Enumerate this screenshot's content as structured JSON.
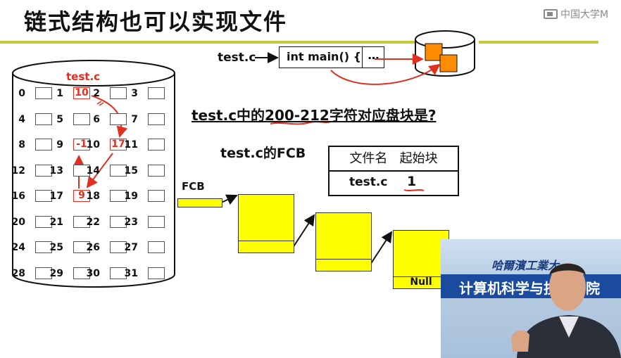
{
  "slide": {
    "title": "链式结构也可以实现文件",
    "watermark": "中国大学M"
  },
  "code": {
    "file_label": "test.c",
    "code_text": "int main() {",
    "dots": "…"
  },
  "disk": {
    "file_label": "test.c",
    "cells": [
      {
        "n": "0",
        "v": ""
      },
      {
        "n": "1",
        "v": "10"
      },
      {
        "n": "2",
        "v": ""
      },
      {
        "n": "3",
        "v": ""
      },
      {
        "n": "4",
        "v": ""
      },
      {
        "n": "5",
        "v": ""
      },
      {
        "n": "6",
        "v": ""
      },
      {
        "n": "7",
        "v": ""
      },
      {
        "n": "8",
        "v": ""
      },
      {
        "n": "9",
        "v": "-1"
      },
      {
        "n": "10",
        "v": "17"
      },
      {
        "n": "11",
        "v": ""
      },
      {
        "n": "12",
        "v": ""
      },
      {
        "n": "13",
        "v": ""
      },
      {
        "n": "14",
        "v": ""
      },
      {
        "n": "15",
        "v": ""
      },
      {
        "n": "16",
        "v": ""
      },
      {
        "n": "17",
        "v": "9"
      },
      {
        "n": "18",
        "v": ""
      },
      {
        "n": "19",
        "v": ""
      },
      {
        "n": "20",
        "v": ""
      },
      {
        "n": "21",
        "v": ""
      },
      {
        "n": "22",
        "v": ""
      },
      {
        "n": "23",
        "v": ""
      },
      {
        "n": "24",
        "v": ""
      },
      {
        "n": "25",
        "v": ""
      },
      {
        "n": "26",
        "v": ""
      },
      {
        "n": "27",
        "v": ""
      },
      {
        "n": "28",
        "v": ""
      },
      {
        "n": "29",
        "v": ""
      },
      {
        "n": "30",
        "v": ""
      },
      {
        "n": "31",
        "v": ""
      }
    ]
  },
  "question": "test.c中的200-212字符对应盘块是?",
  "fcb": {
    "caption": "test.c的FCB",
    "col_name": "文件名",
    "col_start": "起始块",
    "file_name": "test.c",
    "start_block": "1",
    "chain_label": "FCB",
    "null_label": "Null"
  },
  "video": {
    "school": "哈爾濱工業大",
    "college": "计算机科学与技术学院"
  },
  "colors": {
    "accent_red": "#e03020",
    "block_yellow": "#ffff00",
    "rule_olive": "#c8c83a",
    "orange": "#ff8c00"
  }
}
